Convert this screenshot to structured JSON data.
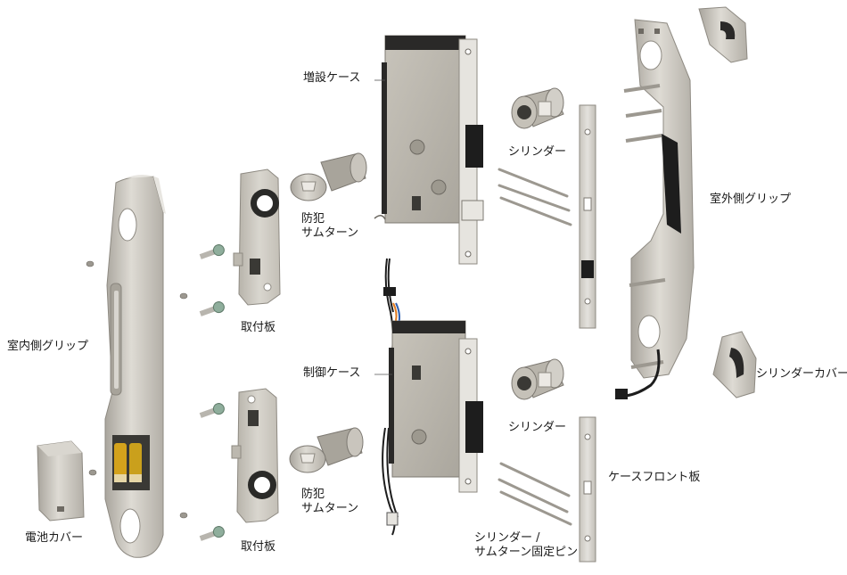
{
  "parts": {
    "indoor_grip": "室内側グリップ",
    "battery_cover": "電池カバー",
    "mount_plate_top": "取付板",
    "mount_plate_bottom": "取付板",
    "thumbturn_top": [
      "防犯",
      "サムターン"
    ],
    "thumbturn_bottom": [
      "防犯",
      "サムターン"
    ],
    "extension_case": "増設ケース",
    "control_case": "制御ケース",
    "cylinder_top": "シリンダー",
    "cylinder_bottom": "シリンダー",
    "fixing_pins": [
      "シリンダー /",
      "サムターン固定ピン"
    ],
    "case_front_plate": "ケースフロント板",
    "outdoor_grip": "室外側グリップ",
    "cylinder_cover": "シリンダーカバー"
  },
  "colors": {
    "metal_light": "#d6d3cc",
    "metal_mid": "#b9b5ad",
    "metal_dark": "#8e8a82",
    "steel": "#c9c5bb",
    "black": "#1d1d1d",
    "battery_gold": "#d4a21c",
    "wire_orange": "#e07a1f",
    "wire_blue": "#2d5fb3"
  }
}
